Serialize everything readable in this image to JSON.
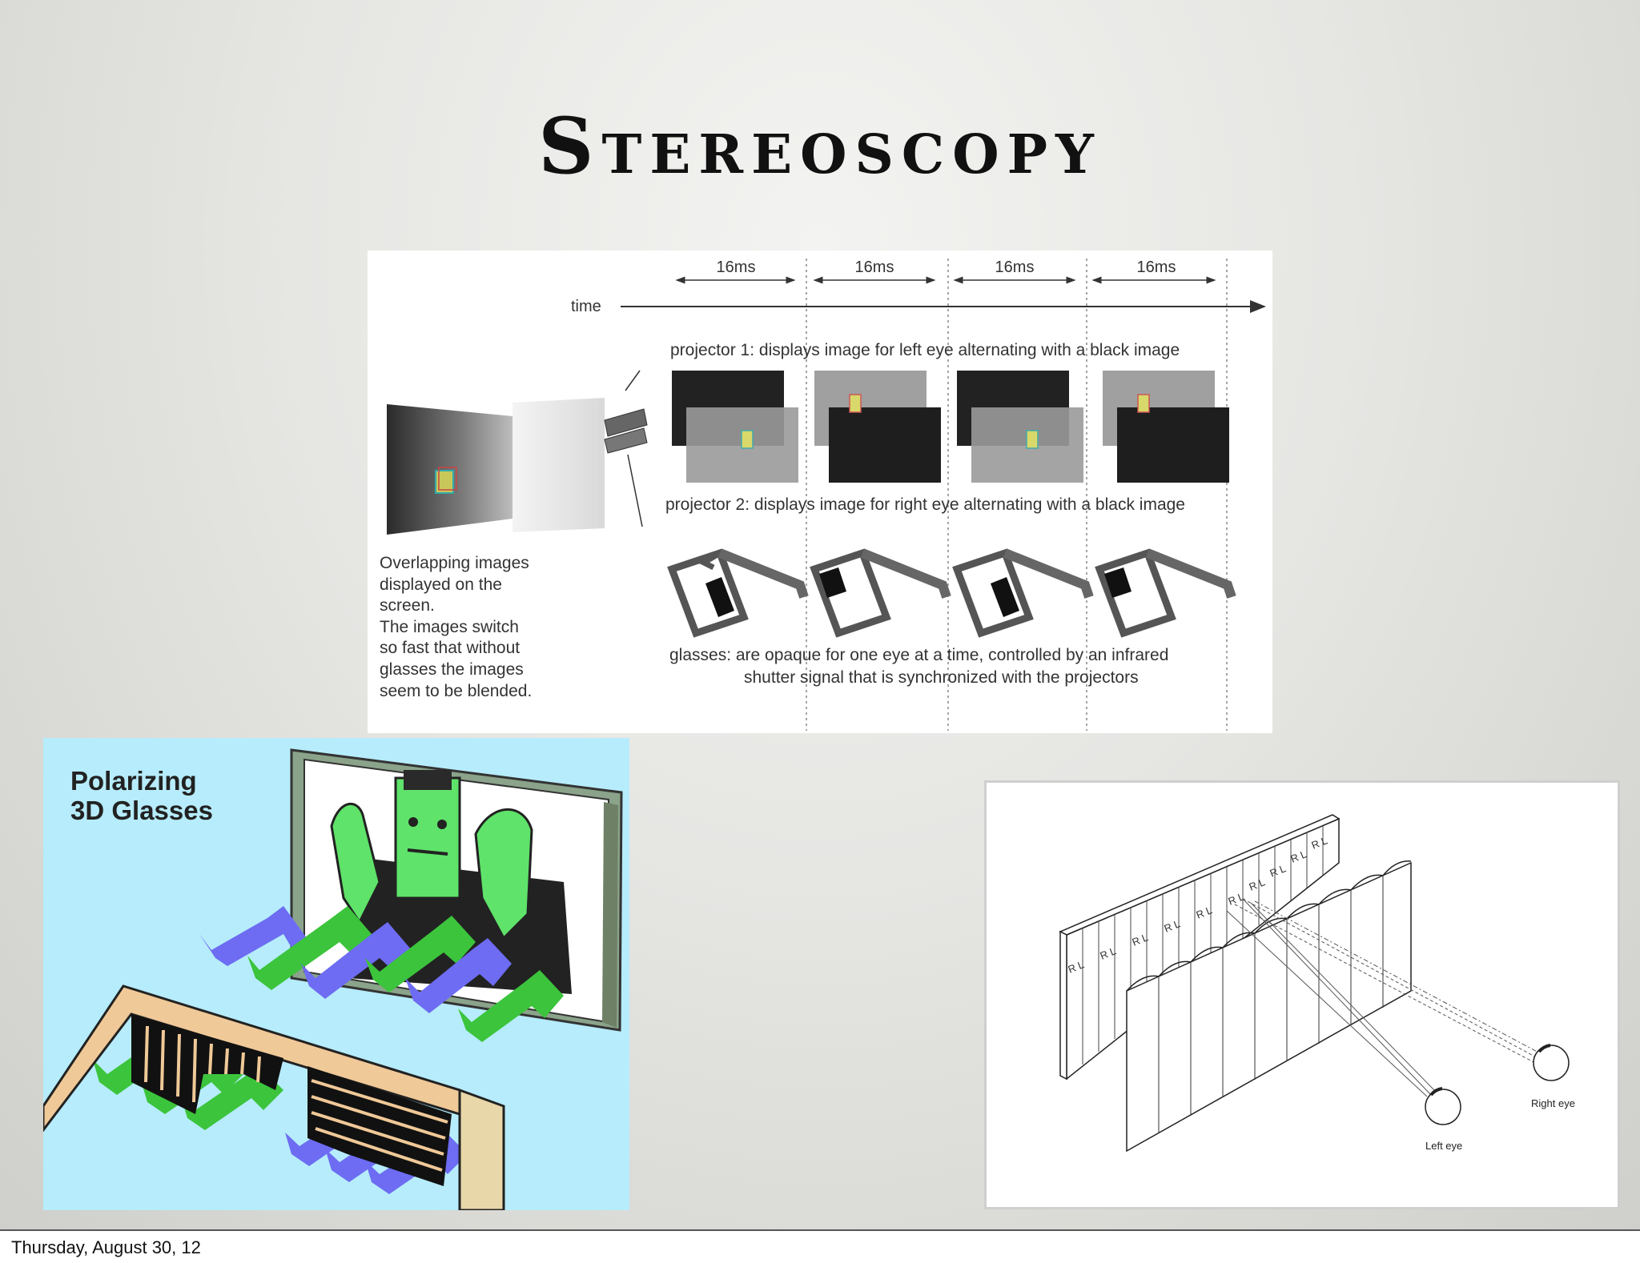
{
  "slide": {
    "title": "Stereoscopy",
    "footer_date": "Thursday, August 30, 12"
  },
  "timing_diagram": {
    "intervals": [
      "16ms",
      "16ms",
      "16ms",
      "16ms"
    ],
    "time_label": "time",
    "projector1_caption": "projector 1: displays image for left eye alternating with a black image",
    "projector2_caption": "projector 2: displays image for right eye alternating with a black image",
    "screen_caption": [
      "Overlapping images",
      "displayed on the",
      "screen.",
      "The images switch",
      "so fast that without",
      "glasses the images",
      "seem to be blended."
    ],
    "glasses_caption": [
      "glasses: are opaque for one eye at a time, controlled by an infrared",
      "shutter signal that is synchronized with the projectors"
    ]
  },
  "polarizing": {
    "title_lines": [
      "Polarizing",
      "3D Glasses"
    ]
  },
  "lenticular": {
    "barrier_labels": [
      "R L",
      "R L",
      "R L",
      "R L",
      "R L",
      "R L",
      "R L",
      "R L",
      "R L",
      "R L"
    ],
    "right_eye_label": "Right eye",
    "left_eye_label": "Left eye"
  },
  "colors": {
    "polar_bg": "#b6ecfb",
    "arrow_green": "#3cc43c",
    "arrow_blue": "#6d6cf2",
    "monster_green": "#5fe36a",
    "frame_tan": "#f0c998"
  }
}
